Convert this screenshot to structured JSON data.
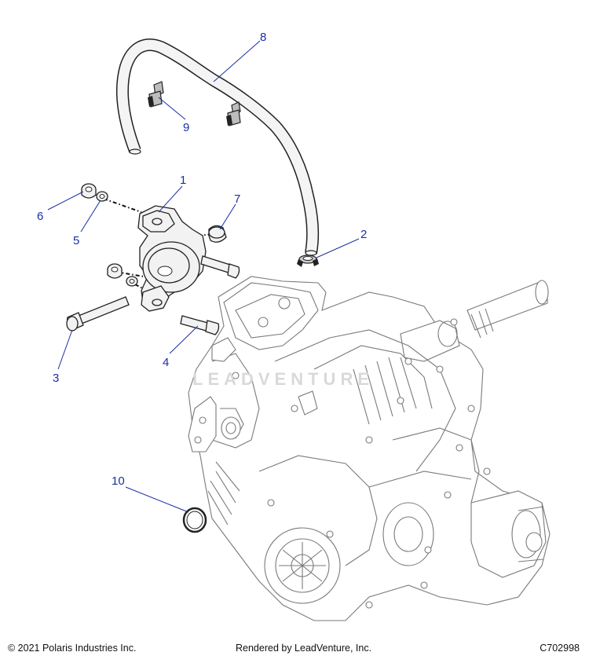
{
  "diagram": {
    "watermark": "LEADVENTURE",
    "callouts": [
      {
        "id": "1",
        "label": "1"
      },
      {
        "id": "2",
        "label": "2"
      },
      {
        "id": "3",
        "label": "3"
      },
      {
        "id": "4",
        "label": "4"
      },
      {
        "id": "5",
        "label": "5"
      },
      {
        "id": "6",
        "label": "6"
      },
      {
        "id": "7",
        "label": "7"
      },
      {
        "id": "8",
        "label": "8"
      },
      {
        "id": "9",
        "label": "9"
      },
      {
        "id": "10",
        "label": "10"
      }
    ],
    "colors": {
      "callout": "#1a2fa0",
      "line": "#222222",
      "ghost": "#7a7a7a"
    }
  },
  "footer": {
    "copyright": "© 2021 Polaris Industries Inc.",
    "rendered_by": "Rendered by LeadVenture, Inc.",
    "diagram_code": "C702998"
  }
}
